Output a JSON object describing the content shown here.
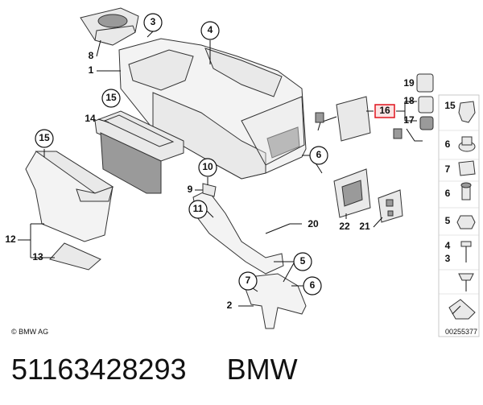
{
  "diagram": {
    "copyright": "© BMW AG",
    "diagram_number": "00255377",
    "callouts": [
      "1",
      "2",
      "3",
      "4",
      "5",
      "6",
      "7",
      "8",
      "9",
      "10",
      "11",
      "12",
      "13",
      "14",
      "15",
      "16",
      "17",
      "18",
      "19",
      "20",
      "21",
      "22"
    ],
    "legend_labels": [
      "15",
      "6",
      "7",
      "6",
      "5",
      "4",
      "3"
    ],
    "labels": {
      "n1": "1",
      "n2": "2",
      "n3": "3",
      "n4": "4",
      "n5": "5",
      "n5b": "5",
      "n6": "6",
      "n6b": "6",
      "n7": "7",
      "n8": "8",
      "n9": "9",
      "n10": "10",
      "n11": "11",
      "n12": "12",
      "n13": "13",
      "n14": "14",
      "n15": "15",
      "n15b": "15",
      "n16": "16",
      "n17": "17",
      "n18": "18",
      "n19": "19",
      "n20": "20",
      "n21": "21",
      "n22": "22",
      "leg15": "15",
      "leg6a": "6",
      "leg7": "7",
      "leg6b": "6",
      "leg5": "5",
      "leg4": "4",
      "leg3": "3"
    },
    "highlight_color": "#e0141e"
  },
  "footer": {
    "part_number": "51163428293",
    "brand": "BMW"
  }
}
